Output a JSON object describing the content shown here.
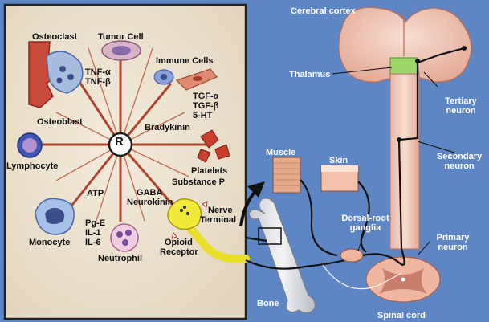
{
  "panel": {
    "center": "R",
    "cells": {
      "osteoclast": "Osteoclast",
      "tumor_cell": "Tumor Cell",
      "immune_cells": "Immune Cells",
      "osteoblast": "Osteoblast",
      "lymphocyte": "Lymphocyte",
      "platelets": "Platelets",
      "monocyte": "Monocyte",
      "neutrophil": "Neutrophil"
    },
    "mediators": {
      "tnf_a": "TNF-α",
      "tnf_b": "TNF-β",
      "tgf_a": "TGF-α",
      "tgf_b": "TGF-β",
      "ht5": "5-HT",
      "bradykinin": "Bradykinin",
      "substance_p": "Substance P",
      "gaba": "GABA",
      "neurokinin": "Neurokinin",
      "atp": "ATP",
      "pge": "Pg-E",
      "il1": "IL-1",
      "il6": "IL-6"
    },
    "nerve_terminal": [
      "Nerve",
      "Terminal"
    ],
    "opioid_receptor": [
      "Opioid",
      "Receptor"
    ]
  },
  "anatomy": {
    "cerebral_cortex": "Cerebral cortex",
    "thalamus": "Thalamus",
    "tertiary_neuron": [
      "Tertiary",
      "neuron"
    ],
    "secondary_neuron": [
      "Secondary",
      "neuron"
    ],
    "primary_neuron": [
      "Primary",
      "neuron"
    ],
    "dorsal_root_ganglia": [
      "Dorsal-root",
      "ganglia"
    ],
    "muscle": "Muscle",
    "skin": "Skin",
    "bone": "Bone",
    "spinal_cord": "Spinal cord"
  }
}
